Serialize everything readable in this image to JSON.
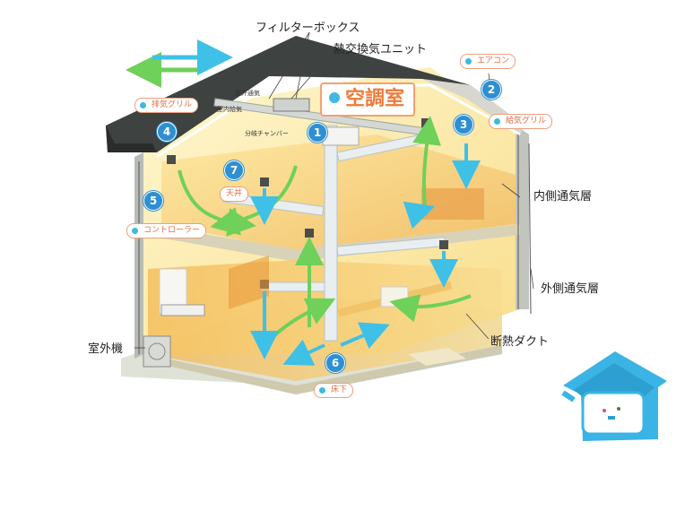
{
  "labels": {
    "filter_box": "フィルターボックス",
    "heat_exchange_unit": "熱交換気ユニット",
    "main_room": "空調室",
    "outdoor_unit": "室外機",
    "inner_vent_layer": "内側通気層",
    "outer_vent_layer": "外側通気層",
    "insulated_duct": "断熱ダクト"
  },
  "tags": {
    "aircon": "エアコン",
    "exhaust_grille": "排気グリル",
    "supply_grille": "給気グリル",
    "controller": "コントローラー",
    "ceiling": "天井",
    "underfloor": "床下"
  },
  "small_labels": {
    "outside_vent": "屋外通気",
    "indoor_vent": "室内給気",
    "chamber": "分岐チャンバー"
  },
  "numbers": [
    "1",
    "2",
    "3",
    "4",
    "5",
    "6",
    "7"
  ],
  "colors": {
    "supply_arrow": "#3fc0e6",
    "fresh_arrow": "#6fd05a",
    "warm_air": "#f3c860",
    "mascot": "#3ab4e4"
  }
}
